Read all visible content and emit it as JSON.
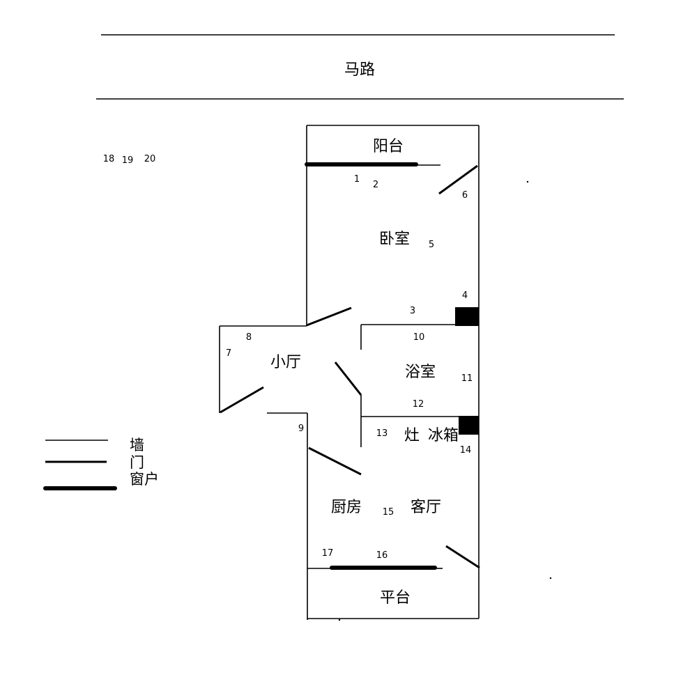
{
  "road": {
    "label": "马路"
  },
  "rooms": {
    "balcony": "阳台",
    "bedroom": "卧室",
    "small_hall": "小厅",
    "bathroom": "浴室",
    "stove": "灶",
    "fridge": "冰箱",
    "kitchen": "厨房",
    "living_room": "客厅",
    "platform": "平台"
  },
  "markers": [
    "1",
    "2",
    "3",
    "4",
    "5",
    "6",
    "7",
    "8",
    "9",
    "10",
    "11",
    "12",
    "13",
    "14",
    "15",
    "16",
    "17",
    "18",
    "19",
    "20"
  ],
  "legend": {
    "wall": "墙",
    "door": "门",
    "window": "窗户"
  }
}
